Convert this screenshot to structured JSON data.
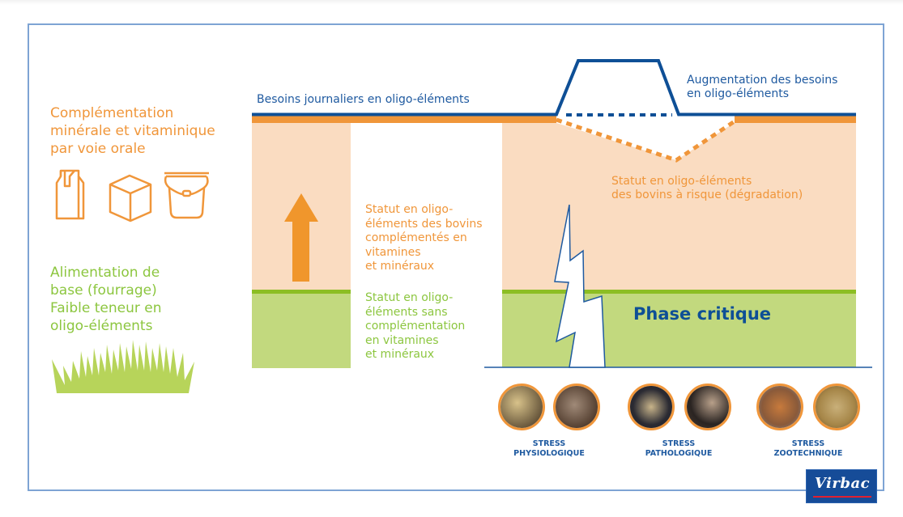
{
  "colors": {
    "blue": "#0e4f96",
    "orange": "#f0963a",
    "peach": "#fadcc1",
    "green_fill": "#c2d97e",
    "green_line": "#8cbe23",
    "frame": "#7ea4d4"
  },
  "left_panel": {
    "supplement_text": "Complémentation\nminérale et vitaminique\npar voie orale",
    "supplement_icons": [
      "feed-bag-icon",
      "cube-icon",
      "bucket-icon"
    ],
    "base_feed_text": "Alimentation de\nbase (fourrage)\nFaible teneur en\noligo-éléments",
    "base_feed_icon": "grass-icon"
  },
  "diagram": {
    "daily_needs_label": "Besoins journaliers en oligo-éléments",
    "increased_needs_label": "Augmentation des besoins\nen oligo-éléments",
    "supplemented_status_label": "Statut en oligo-\néléments des bovins\ncomplémentés en\nvitamines\net minéraux",
    "unsupplemented_status_label": "Statut en oligo-\néléments sans\ncomplémentation\nen vitamines\net minéraux",
    "risk_status_label": "Statut en oligo-éléments\ndes bovins à risque (dégradation)",
    "critical_phase_label": "Phase critique"
  },
  "stress_groups": [
    {
      "label": "STRESS\nPHYSIOLOGIQUE",
      "photos": [
        "calving-photo",
        "newborn-calf-photo"
      ]
    },
    {
      "label": "STRESS\nPATHOLOGIQUE",
      "photos": [
        "lying-cow-photo",
        "vet-examining-cow-photo"
      ]
    },
    {
      "label": "STRESS\nZOOTECHNIQUE",
      "photos": [
        "feedlot-photo",
        "cattle-pen-photo"
      ]
    }
  ],
  "brand": {
    "logo_text": "Virbac"
  }
}
